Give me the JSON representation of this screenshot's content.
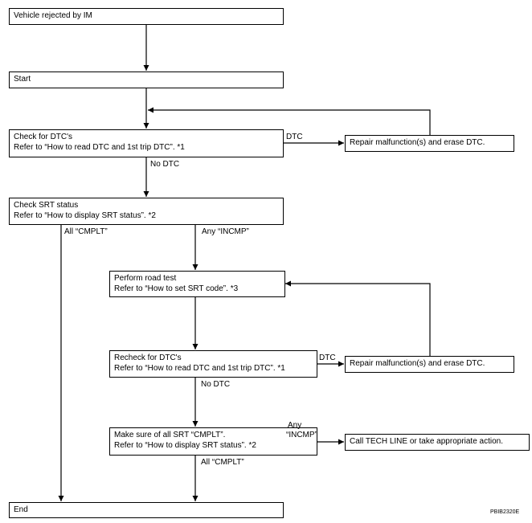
{
  "boxes": {
    "rejected": {
      "line1": "Vehicle rejected by IM"
    },
    "start": {
      "line1": "Start"
    },
    "check_dtc": {
      "line1": "Check for DTC's",
      "line2": "Refer to “How to read DTC and 1st trip DTC”. *1"
    },
    "repair1": {
      "line1": "Repair malfunction(s) and erase DTC."
    },
    "check_srt": {
      "line1": "Check SRT status",
      "line2": "Refer to “How to display SRT status”. *2"
    },
    "road_test": {
      "line1": "Perform road test",
      "line2": "Refer to “How to set SRT code”. *3"
    },
    "recheck_dtc": {
      "line1": "Recheck for DTC's",
      "line2": "Refer to “How to read DTC and 1st trip DTC”. *1"
    },
    "repair2": {
      "line1": "Repair malfunction(s) and erase DTC."
    },
    "make_sure": {
      "line1": "Make sure of all SRT “CMPLT”.",
      "line2": "Refer to “How to display SRT status”. *2"
    },
    "tech_line": {
      "line1": "Call TECH LINE or take appropriate action."
    },
    "end": {
      "line1": "End"
    }
  },
  "labels": {
    "dtc_1": "DTC",
    "no_dtc_1": "No DTC",
    "all_cmplt_1": "All “CMPLT”",
    "any_incmp_1": "Any “INCMP”",
    "dtc_2": "DTC",
    "no_dtc_2": "No DTC",
    "any_incmp_2_line1": "Any",
    "any_incmp_2_line2": "“INCMP”",
    "all_cmplt_2": "All “CMPLT”"
  },
  "figure_code": "PBIB2320E"
}
